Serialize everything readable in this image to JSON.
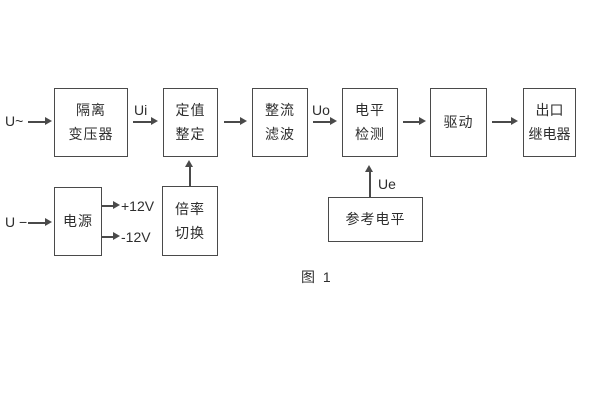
{
  "figure": {
    "caption": "图 1"
  },
  "colors": {
    "line": "#4a4a4a",
    "text": "#2e2e2e",
    "background": "#ffffff"
  },
  "diagram": {
    "inputs": {
      "ac": "U~",
      "dc": "U −"
    },
    "signals": {
      "ui": "Ui",
      "uo": "Uo",
      "ue": "Ue",
      "plus12v": "+12V",
      "minus12v": "-12V"
    },
    "boxes": {
      "isolation_transformer": {
        "line1": "隔离",
        "line2": "变压器"
      },
      "setting_adjust": {
        "line1": "定值",
        "line2": "整定"
      },
      "rectifier_filter": {
        "line1": "整流",
        "line2": "滤波"
      },
      "level_detect": {
        "line1": "电平",
        "line2": "检测"
      },
      "drive": {
        "line1": "驱动"
      },
      "output_relay": {
        "line1": "出口",
        "line2": "继电器"
      },
      "power_supply": {
        "line1": "电源"
      },
      "ratio_switch": {
        "line1": "倍率",
        "line2": "切换"
      },
      "reference_level": {
        "line1": "参考电平"
      }
    }
  }
}
